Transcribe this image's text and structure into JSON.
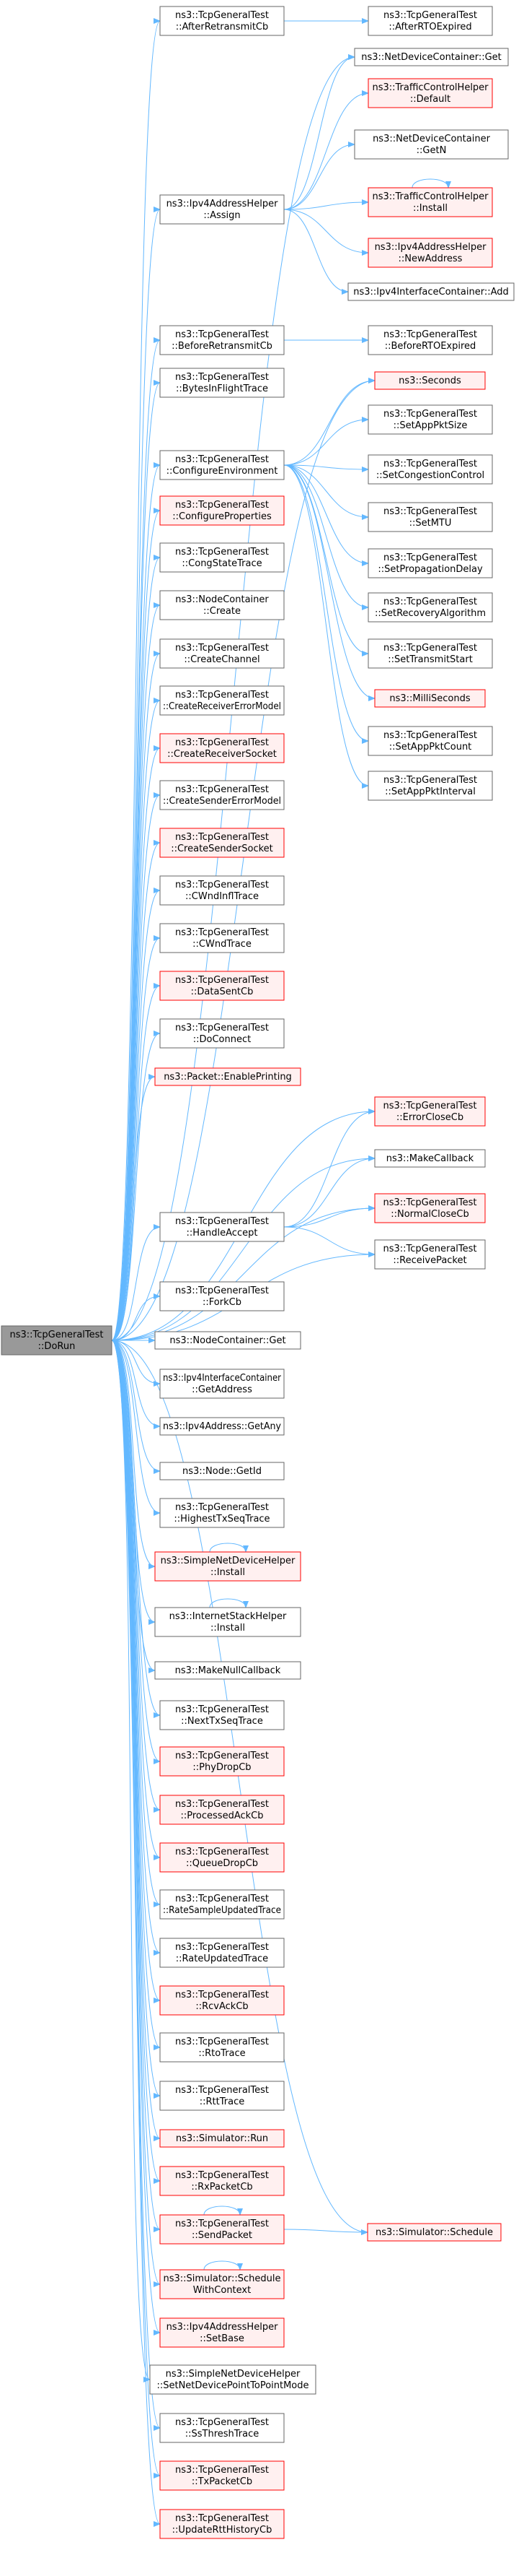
{
  "diagram": {
    "root": "n0",
    "nodes": [
      {
        "id": "n0",
        "lines": [
          "ns3::TcpGeneralTest",
          "::DoRun"
        ],
        "style": "root"
      },
      {
        "id": "n1",
        "lines": [
          "ns3::TcpGeneralTest",
          "::AfterRetransmitCb"
        ],
        "style": "normal"
      },
      {
        "id": "n2",
        "lines": [
          "ns3::TcpGeneralTest",
          "::AfterRTOExpired"
        ],
        "style": "normal"
      },
      {
        "id": "n3",
        "lines": [
          "ns3::NetDeviceContainer::Get"
        ],
        "style": "normal"
      },
      {
        "id": "n4",
        "lines": [
          "ns3::TrafficControlHelper",
          "::Default"
        ],
        "style": "red"
      },
      {
        "id": "n5",
        "lines": [
          "ns3::NetDeviceContainer",
          "::GetN"
        ],
        "style": "normal"
      },
      {
        "id": "n6",
        "lines": [
          "ns3::Ipv4AddressHelper",
          "::Assign"
        ],
        "style": "normal"
      },
      {
        "id": "n7",
        "lines": [
          "ns3::TrafficControlHelper",
          "::Install"
        ],
        "style": "red"
      },
      {
        "id": "n8",
        "lines": [
          "ns3::Ipv4AddressHelper",
          "::NewAddress"
        ],
        "style": "red"
      },
      {
        "id": "n9",
        "lines": [
          "ns3::Ipv4InterfaceContainer::Add"
        ],
        "style": "normal"
      },
      {
        "id": "n10",
        "lines": [
          "ns3::TcpGeneralTest",
          "::BeforeRetransmitCb"
        ],
        "style": "normal"
      },
      {
        "id": "n11",
        "lines": [
          "ns3::TcpGeneralTest",
          "::BeforeRTOExpired"
        ],
        "style": "normal"
      },
      {
        "id": "n12",
        "lines": [
          "ns3::TcpGeneralTest",
          "::BytesInFlightTrace"
        ],
        "style": "normal"
      },
      {
        "id": "n13",
        "lines": [
          "ns3::Seconds"
        ],
        "style": "red"
      },
      {
        "id": "n14",
        "lines": [
          "ns3::TcpGeneralTest",
          "::SetAppPktSize"
        ],
        "style": "normal"
      },
      {
        "id": "n15",
        "lines": [
          "ns3::TcpGeneralTest",
          "::ConfigureEnvironment"
        ],
        "style": "normal"
      },
      {
        "id": "n16",
        "lines": [
          "ns3::TcpGeneralTest",
          "::SetCongestionControl"
        ],
        "style": "normal"
      },
      {
        "id": "n17",
        "lines": [
          "ns3::TcpGeneralTest",
          "::ConfigureProperties"
        ],
        "style": "red"
      },
      {
        "id": "n18",
        "lines": [
          "ns3::TcpGeneralTest",
          "::SetMTU"
        ],
        "style": "normal"
      },
      {
        "id": "n19",
        "lines": [
          "ns3::TcpGeneralTest",
          "::CongStateTrace"
        ],
        "style": "normal"
      },
      {
        "id": "n20",
        "lines": [
          "ns3::TcpGeneralTest",
          "::SetPropagationDelay"
        ],
        "style": "normal"
      },
      {
        "id": "n21",
        "lines": [
          "ns3::NodeContainer",
          "::Create"
        ],
        "style": "normal"
      },
      {
        "id": "n22",
        "lines": [
          "ns3::TcpGeneralTest",
          "::SetRecoveryAlgorithm"
        ],
        "style": "normal"
      },
      {
        "id": "n23",
        "lines": [
          "ns3::TcpGeneralTest",
          "::CreateChannel"
        ],
        "style": "normal"
      },
      {
        "id": "n24",
        "lines": [
          "ns3::TcpGeneralTest",
          "::SetTransmitStart"
        ],
        "style": "normal"
      },
      {
        "id": "n25",
        "lines": [
          "ns3::TcpGeneralTest",
          "::CreateReceiverErrorModel"
        ],
        "style": "normal"
      },
      {
        "id": "n26",
        "lines": [
          "ns3::MilliSeconds"
        ],
        "style": "red"
      },
      {
        "id": "n27",
        "lines": [
          "ns3::TcpGeneralTest",
          "::CreateReceiverSocket"
        ],
        "style": "red"
      },
      {
        "id": "n28",
        "lines": [
          "ns3::TcpGeneralTest",
          "::SetAppPktCount"
        ],
        "style": "normal"
      },
      {
        "id": "n29",
        "lines": [
          "ns3::TcpGeneralTest",
          "::CreateSenderErrorModel"
        ],
        "style": "normal"
      },
      {
        "id": "n30",
        "lines": [
          "ns3::TcpGeneralTest",
          "::SetAppPktInterval"
        ],
        "style": "normal"
      },
      {
        "id": "n31",
        "lines": [
          "ns3::TcpGeneralTest",
          "::CreateSenderSocket"
        ],
        "style": "red"
      },
      {
        "id": "n32",
        "lines": [
          "ns3::TcpGeneralTest",
          "::CWndInflTrace"
        ],
        "style": "normal"
      },
      {
        "id": "n33",
        "lines": [
          "ns3::TcpGeneralTest",
          "::CWndTrace"
        ],
        "style": "normal"
      },
      {
        "id": "n34",
        "lines": [
          "ns3::TcpGeneralTest",
          "::DataSentCb"
        ],
        "style": "red"
      },
      {
        "id": "n35",
        "lines": [
          "ns3::TcpGeneralTest",
          "::DoConnect"
        ],
        "style": "normal"
      },
      {
        "id": "n36",
        "lines": [
          "ns3::Packet::EnablePrinting"
        ],
        "style": "red"
      },
      {
        "id": "n37",
        "lines": [
          "ns3::TcpGeneralTest",
          "::ErrorCloseCb"
        ],
        "style": "red"
      },
      {
        "id": "n38",
        "lines": [
          "ns3::MakeCallback"
        ],
        "style": "normal"
      },
      {
        "id": "n39",
        "lines": [
          "ns3::TcpGeneralTest",
          "::HandleAccept"
        ],
        "style": "normal"
      },
      {
        "id": "n40",
        "lines": [
          "ns3::TcpGeneralTest",
          "::NormalCloseCb"
        ],
        "style": "red"
      },
      {
        "id": "n41",
        "lines": [
          "ns3::TcpGeneralTest",
          "::ReceivePacket"
        ],
        "style": "normal"
      },
      {
        "id": "n42",
        "lines": [
          "ns3::TcpGeneralTest",
          "::ForkCb"
        ],
        "style": "normal"
      },
      {
        "id": "n43",
        "lines": [
          "ns3::NodeContainer::Get"
        ],
        "style": "normal"
      },
      {
        "id": "n44",
        "lines": [
          "ns3::Ipv4InterfaceContainer",
          "::GetAddress"
        ],
        "style": "normal"
      },
      {
        "id": "n45",
        "lines": [
          "ns3::Ipv4Address::GetAny"
        ],
        "style": "normal"
      },
      {
        "id": "n46",
        "lines": [
          "ns3::Node::GetId"
        ],
        "style": "normal"
      },
      {
        "id": "n47",
        "lines": [
          "ns3::TcpGeneralTest",
          "::HighestTxSeqTrace"
        ],
        "style": "normal"
      },
      {
        "id": "n48",
        "lines": [
          "ns3::SimpleNetDeviceHelper",
          "::Install"
        ],
        "style": "red"
      },
      {
        "id": "n49",
        "lines": [
          "ns3::InternetStackHelper",
          "::Install"
        ],
        "style": "normal"
      },
      {
        "id": "n50",
        "lines": [
          "ns3::MakeNullCallback"
        ],
        "style": "normal"
      },
      {
        "id": "n51",
        "lines": [
          "ns3::TcpGeneralTest",
          "::NextTxSeqTrace"
        ],
        "style": "normal"
      },
      {
        "id": "n52",
        "lines": [
          "ns3::TcpGeneralTest",
          "::PhyDropCb"
        ],
        "style": "red"
      },
      {
        "id": "n53",
        "lines": [
          "ns3::TcpGeneralTest",
          "::ProcessedAckCb"
        ],
        "style": "red"
      },
      {
        "id": "n54",
        "lines": [
          "ns3::TcpGeneralTest",
          "::QueueDropCb"
        ],
        "style": "red"
      },
      {
        "id": "n55",
        "lines": [
          "ns3::TcpGeneralTest",
          "::RateSampleUpdatedTrace"
        ],
        "style": "normal"
      },
      {
        "id": "n56",
        "lines": [
          "ns3::TcpGeneralTest",
          "::RateUpdatedTrace"
        ],
        "style": "normal"
      },
      {
        "id": "n57",
        "lines": [
          "ns3::TcpGeneralTest",
          "::RcvAckCb"
        ],
        "style": "red"
      },
      {
        "id": "n58",
        "lines": [
          "ns3::TcpGeneralTest",
          "::RtoTrace"
        ],
        "style": "normal"
      },
      {
        "id": "n59",
        "lines": [
          "ns3::TcpGeneralTest",
          "::RttTrace"
        ],
        "style": "normal"
      },
      {
        "id": "n60",
        "lines": [
          "ns3::Simulator::Run"
        ],
        "style": "red"
      },
      {
        "id": "n61",
        "lines": [
          "ns3::TcpGeneralTest",
          "::RxPacketCb"
        ],
        "style": "red"
      },
      {
        "id": "n62",
        "lines": [
          "ns3::TcpGeneralTest",
          "::SendPacket"
        ],
        "style": "red"
      },
      {
        "id": "n63",
        "lines": [
          "ns3::Simulator::Schedule"
        ],
        "style": "red"
      },
      {
        "id": "n64",
        "lines": [
          "ns3::Simulator::Schedule",
          "WithContext"
        ],
        "style": "red"
      },
      {
        "id": "n65",
        "lines": [
          "ns3::Ipv4AddressHelper",
          "::SetBase"
        ],
        "style": "red"
      },
      {
        "id": "n66",
        "lines": [
          "ns3::SimpleNetDeviceHelper",
          "::SetNetDevicePointToPointMode"
        ],
        "style": "normal"
      },
      {
        "id": "n67",
        "lines": [
          "ns3::TcpGeneralTest",
          "::SsThreshTrace"
        ],
        "style": "normal"
      },
      {
        "id": "n68",
        "lines": [
          "ns3::TcpGeneralTest",
          "::TxPacketCb"
        ],
        "style": "red"
      },
      {
        "id": "n69",
        "lines": [
          "ns3::TcpGeneralTest",
          "::UpdateRttHistoryCb"
        ],
        "style": "red"
      }
    ],
    "edges": [
      [
        "n0",
        "n1"
      ],
      [
        "n1",
        "n2"
      ],
      [
        "n0",
        "n3"
      ],
      [
        "n0",
        "n6"
      ],
      [
        "n6",
        "n3"
      ],
      [
        "n6",
        "n4"
      ],
      [
        "n6",
        "n5"
      ],
      [
        "n6",
        "n7"
      ],
      [
        "n7",
        "n7"
      ],
      [
        "n6",
        "n8"
      ],
      [
        "n6",
        "n9"
      ],
      [
        "n0",
        "n10"
      ],
      [
        "n10",
        "n11"
      ],
      [
        "n0",
        "n12"
      ],
      [
        "n0",
        "n13"
      ],
      [
        "n0",
        "n15"
      ],
      [
        "n15",
        "n13"
      ],
      [
        "n15",
        "n14"
      ],
      [
        "n15",
        "n16"
      ],
      [
        "n15",
        "n18"
      ],
      [
        "n15",
        "n20"
      ],
      [
        "n15",
        "n22"
      ],
      [
        "n15",
        "n24"
      ],
      [
        "n15",
        "n26"
      ],
      [
        "n15",
        "n28"
      ],
      [
        "n15",
        "n30"
      ],
      [
        "n0",
        "n17"
      ],
      [
        "n0",
        "n19"
      ],
      [
        "n0",
        "n21"
      ],
      [
        "n0",
        "n23"
      ],
      [
        "n0",
        "n25"
      ],
      [
        "n0",
        "n27"
      ],
      [
        "n0",
        "n29"
      ],
      [
        "n0",
        "n31"
      ],
      [
        "n0",
        "n32"
      ],
      [
        "n0",
        "n33"
      ],
      [
        "n0",
        "n34"
      ],
      [
        "n0",
        "n35"
      ],
      [
        "n0",
        "n36"
      ],
      [
        "n0",
        "n37"
      ],
      [
        "n0",
        "n38"
      ],
      [
        "n0",
        "n39"
      ],
      [
        "n39",
        "n37"
      ],
      [
        "n39",
        "n38"
      ],
      [
        "n39",
        "n40"
      ],
      [
        "n39",
        "n41"
      ],
      [
        "n0",
        "n40"
      ],
      [
        "n0",
        "n41"
      ],
      [
        "n0",
        "n42"
      ],
      [
        "n0",
        "n43"
      ],
      [
        "n0",
        "n44"
      ],
      [
        "n0",
        "n45"
      ],
      [
        "n0",
        "n46"
      ],
      [
        "n0",
        "n47"
      ],
      [
        "n0",
        "n48"
      ],
      [
        "n48",
        "n48"
      ],
      [
        "n0",
        "n49"
      ],
      [
        "n49",
        "n49"
      ],
      [
        "n0",
        "n50"
      ],
      [
        "n0",
        "n51"
      ],
      [
        "n0",
        "n52"
      ],
      [
        "n0",
        "n53"
      ],
      [
        "n0",
        "n54"
      ],
      [
        "n0",
        "n55"
      ],
      [
        "n0",
        "n56"
      ],
      [
        "n0",
        "n57"
      ],
      [
        "n0",
        "n58"
      ],
      [
        "n0",
        "n59"
      ],
      [
        "n0",
        "n60"
      ],
      [
        "n0",
        "n61"
      ],
      [
        "n0",
        "n62"
      ],
      [
        "n62",
        "n62"
      ],
      [
        "n62",
        "n63"
      ],
      [
        "n0",
        "n63"
      ],
      [
        "n0",
        "n64"
      ],
      [
        "n64",
        "n64"
      ],
      [
        "n0",
        "n65"
      ],
      [
        "n0",
        "n66"
      ],
      [
        "n0",
        "n67"
      ],
      [
        "n0",
        "n68"
      ],
      [
        "n0",
        "n69"
      ]
    ]
  }
}
